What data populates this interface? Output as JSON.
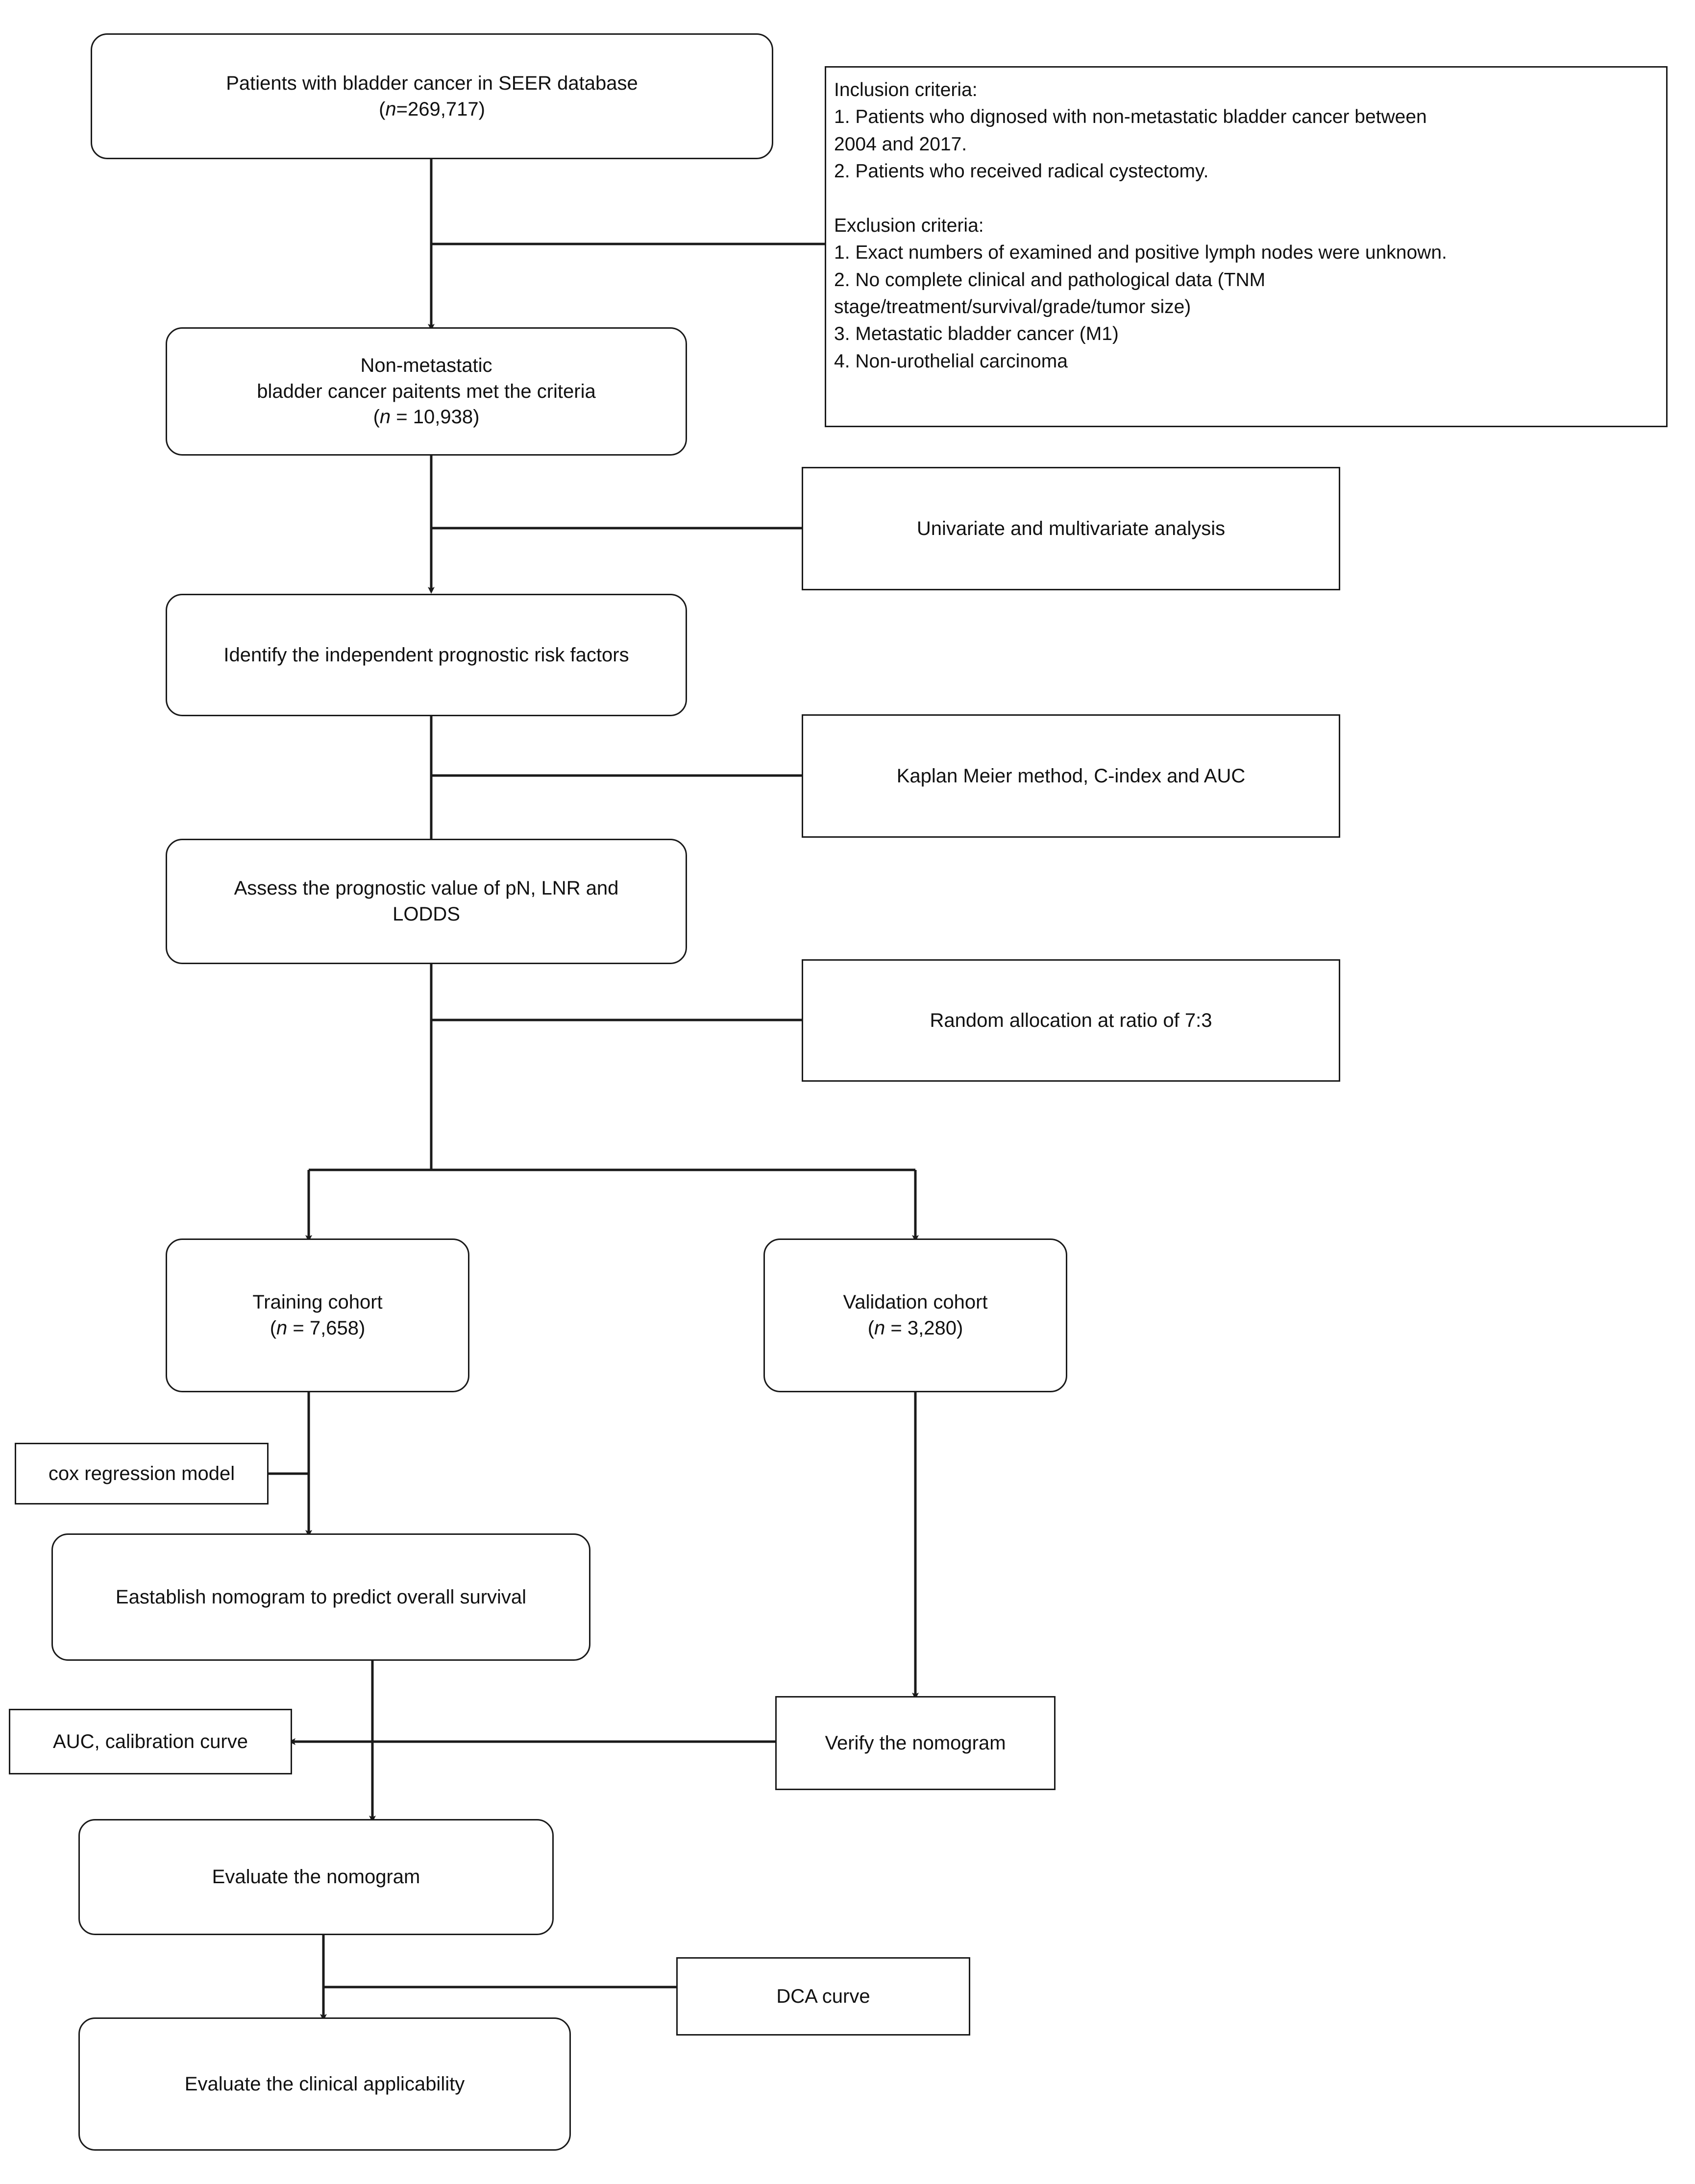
{
  "figure": {
    "type": "flowchart",
    "title": "Study flow diagram of bladder cancer nomogram development",
    "background": "#ffffff",
    "line_color": "#1a1a1a",
    "text_color": "#111111"
  },
  "nodes": {
    "seer_cohort": {
      "id": "seer-cohort-box",
      "shape": "rounded-rectangle",
      "line1": "Patients with bladder cancer in SEER database",
      "line2": "(n=269,717)",
      "text": "Patients with bladder cancer in SEER database\n(n=269,717)"
    },
    "criteria": {
      "id": "criteria-box",
      "shape": "rectangle",
      "text": "Inclusion criteria:\n 1. Patients who dignosed with non-metastatic bladder cancer between\n2004 and 2017.\n 2. Patients who received radical cystectomy.\n\nExclusion criteria:\n 1. Exact numbers of examined and positive lymph nodes were unknown.\n 2. No complete clinical and pathological data (TNM\nstage/treatment/survival/grade/tumor size)\n 3. Metastatic bladder cancer (M1)\n 4. Non-urothelial carcinoma",
      "inclusion_heading": "Inclusion criteria:",
      "inclusion_items": [
        "1. Patients who dignosed with non-metastatic bladder cancer between 2004 and 2017.",
        "2. Patients who received radical cystectomy."
      ],
      "exclusion_heading": "Exclusion criteria:",
      "exclusion_items": [
        "1. Exact numbers of examined and positive lymph nodes were unknown.",
        "2. No complete clinical and pathological data (TNM stage/treatment/survival/grade/tumor size)",
        "3. Metastatic bladder cancer (M1)",
        "4. Non-urothelial carcinoma"
      ]
    },
    "met_criteria": {
      "id": "met-criteria-box",
      "shape": "rounded-rectangle",
      "text": "Non-metastatic\nbladder cancer paitents met the criteria\n(n = 10,938)",
      "n_label": "(n = 10,938)",
      "n_value": "10,938"
    },
    "univariate": {
      "id": "univariate-box",
      "shape": "rectangle",
      "text": "Univariate and multivariate analysis"
    },
    "risk_factors": {
      "id": "risk-factors-box",
      "shape": "rounded-rectangle",
      "text": "Identify the independent prognostic risk factors"
    },
    "kaplan": {
      "id": "kaplan-meier-box",
      "shape": "rectangle",
      "text": "Kaplan Meier method, C-index and AUC"
    },
    "assess": {
      "id": "assess-prognostic-box",
      "shape": "rounded-rectangle",
      "text": "Assess the prognostic value of pN, LNR and\nLODDS"
    },
    "allocation": {
      "id": "random-allocation-box",
      "shape": "rectangle",
      "text": "Random allocation at ratio of 7:3",
      "ratio": "7:3"
    },
    "training": {
      "id": "training-cohort-box",
      "shape": "rounded-rectangle",
      "text": "Training cohort\n(n = 7,658)",
      "n_label": "(n = 7,658)",
      "n_value": "7,658"
    },
    "validation": {
      "id": "validation-cohort-box",
      "shape": "rounded-rectangle",
      "text": "Validation cohort\n(n = 3,280)",
      "n_label": "(n = 3,280)",
      "n_value": "3,280"
    },
    "cox": {
      "id": "cox-regression-box",
      "shape": "rectangle",
      "text": "cox regression model"
    },
    "nomogram": {
      "id": "establish-nomogram-box",
      "shape": "rounded-rectangle",
      "text": "Eastablish nomogram to predict overall survival"
    },
    "auc_calib": {
      "id": "auc-calibration-box",
      "shape": "rectangle",
      "text": "AUC, calibration curve"
    },
    "verify": {
      "id": "verify-nomogram-box",
      "shape": "rectangle",
      "text": "Verify the nomogram"
    },
    "evaluate_nomo": {
      "id": "evaluate-nomogram-box",
      "shape": "rounded-rectangle",
      "text": "Evaluate the nomogram"
    },
    "dca": {
      "id": "dca-curve-box",
      "shape": "rectangle",
      "text": "DCA curve"
    },
    "evaluate_clinical": {
      "id": "evaluate-clinical-box",
      "shape": "rounded-rectangle",
      "text": "Evaluate the clinical applicability"
    }
  },
  "edges": [
    {
      "from": "seer_cohort",
      "to": "met_criteria",
      "type": "arrow-down"
    },
    {
      "from": "criteria",
      "to": "seer-to-met connector",
      "type": "line-left"
    },
    {
      "from": "met_criteria",
      "to": "risk_factors",
      "type": "arrow-down"
    },
    {
      "from": "univariate",
      "to": "met-to-risk connector",
      "type": "line-left"
    },
    {
      "from": "risk_factors",
      "to": "assess",
      "type": "arrow-down"
    },
    {
      "from": "kaplan",
      "to": "risk-to-assess connector",
      "type": "line-left"
    },
    {
      "from": "assess",
      "to": "split",
      "type": "line-down"
    },
    {
      "from": "allocation",
      "to": "assess-split connector",
      "type": "line-left"
    },
    {
      "from": "split",
      "to": "training",
      "type": "arrow-down"
    },
    {
      "from": "split",
      "to": "validation",
      "type": "arrow-down"
    },
    {
      "from": "training",
      "to": "nomogram",
      "type": "arrow-down"
    },
    {
      "from": "cox",
      "to": "training-to-nomogram connector",
      "type": "line-right"
    },
    {
      "from": "nomogram",
      "to": "evaluate_nomo",
      "type": "arrow-down"
    },
    {
      "from": "validation",
      "to": "verify",
      "type": "arrow-down"
    },
    {
      "from": "verify",
      "to": "auc_calib",
      "type": "arrow-left"
    },
    {
      "from": "evaluate_nomo",
      "to": "evaluate_clinical",
      "type": "arrow-down"
    },
    {
      "from": "dca",
      "to": "evaluate-to-clinical connector",
      "type": "line-left"
    }
  ]
}
